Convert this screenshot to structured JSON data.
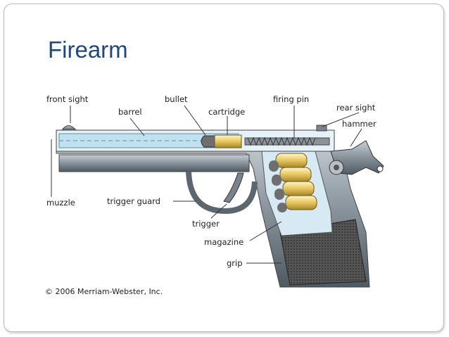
{
  "slide": {
    "title": "Firearm"
  },
  "diagram": {
    "labels": {
      "front_sight": "front sight",
      "barrel": "barrel",
      "bullet": "bullet",
      "cartridge": "cartridge",
      "firing_pin": "firing pin",
      "rear_sight": "rear sight",
      "hammer": "hammer",
      "muzzle": "muzzle",
      "trigger_guard": "trigger guard",
      "trigger": "trigger",
      "magazine": "magazine",
      "grip": "grip"
    },
    "copyright": "© 2006 Merriam-Webster, Inc."
  },
  "colors": {
    "title": "#1f497d",
    "barrel_fill": "#cfe9f5",
    "steel": "#8f9aa3",
    "cartridge_brass": "#e8cf75"
  }
}
